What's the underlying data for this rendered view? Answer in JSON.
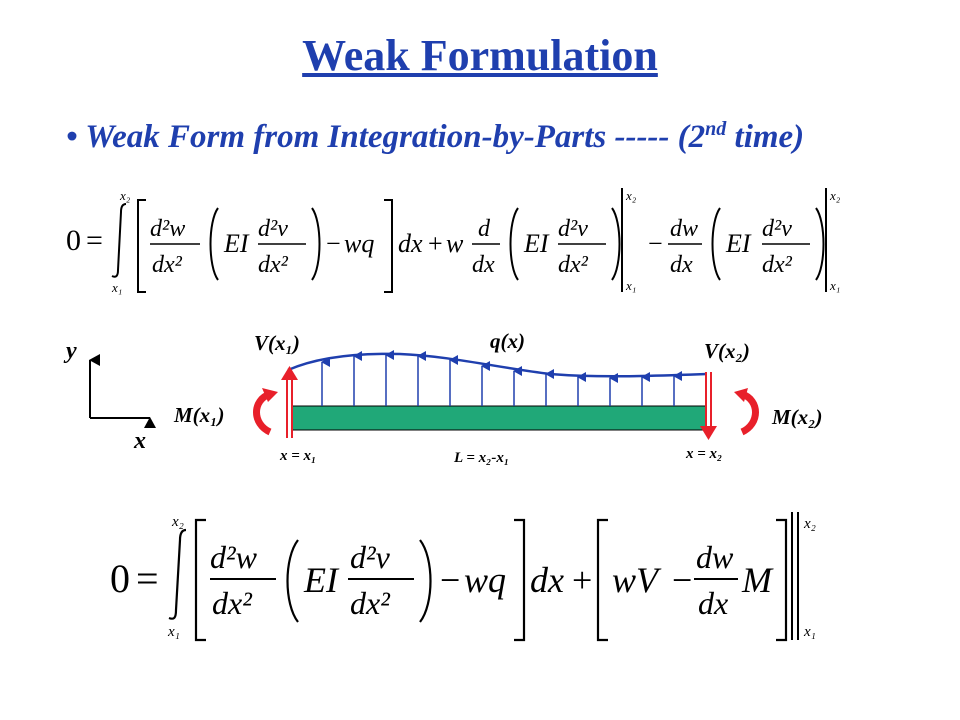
{
  "title": "Weak Formulation",
  "bullet": {
    "marker": "•",
    "text_before": "Weak Form from Integration-by-Parts ----- (2",
    "superscript": "nd",
    "text_after": " time)"
  },
  "colors": {
    "title": "#1f3fae",
    "load_arrows": "#1f3fae",
    "beam_fill": "#20a878",
    "moment_arrows": "#e8202a",
    "shear_arrows": "#e8202a"
  },
  "equation1": {
    "lhs": "0",
    "d2w": "d²w",
    "dx2": "dx²",
    "EI": "EI",
    "d2v": "d²v",
    "wq": "wq",
    "dx": "dx",
    "w": "w",
    "d": "d",
    "dw": "dw",
    "x1": "x₁",
    "x2": "x₂"
  },
  "diagram": {
    "y_axis": "y",
    "x_axis": "x",
    "V1": "V(x₁)",
    "V2": "V(x₂)",
    "q": "q(x)",
    "M1": "M(x₁)",
    "M2": "M(x₂)",
    "x_eq_x1": "x = x₁",
    "length": "L = x₂-x₁",
    "x_eq_x2": "x = x₂"
  },
  "equation2": {
    "lhs": "0",
    "d2w": "d²w",
    "dx2": "dx²",
    "EI": "EI",
    "d2v": "d²v",
    "wq": "wq",
    "dx": "dx",
    "wV": "wV",
    "dw": "dw",
    "M": "M",
    "x1": "x₁",
    "x2": "x₂"
  }
}
